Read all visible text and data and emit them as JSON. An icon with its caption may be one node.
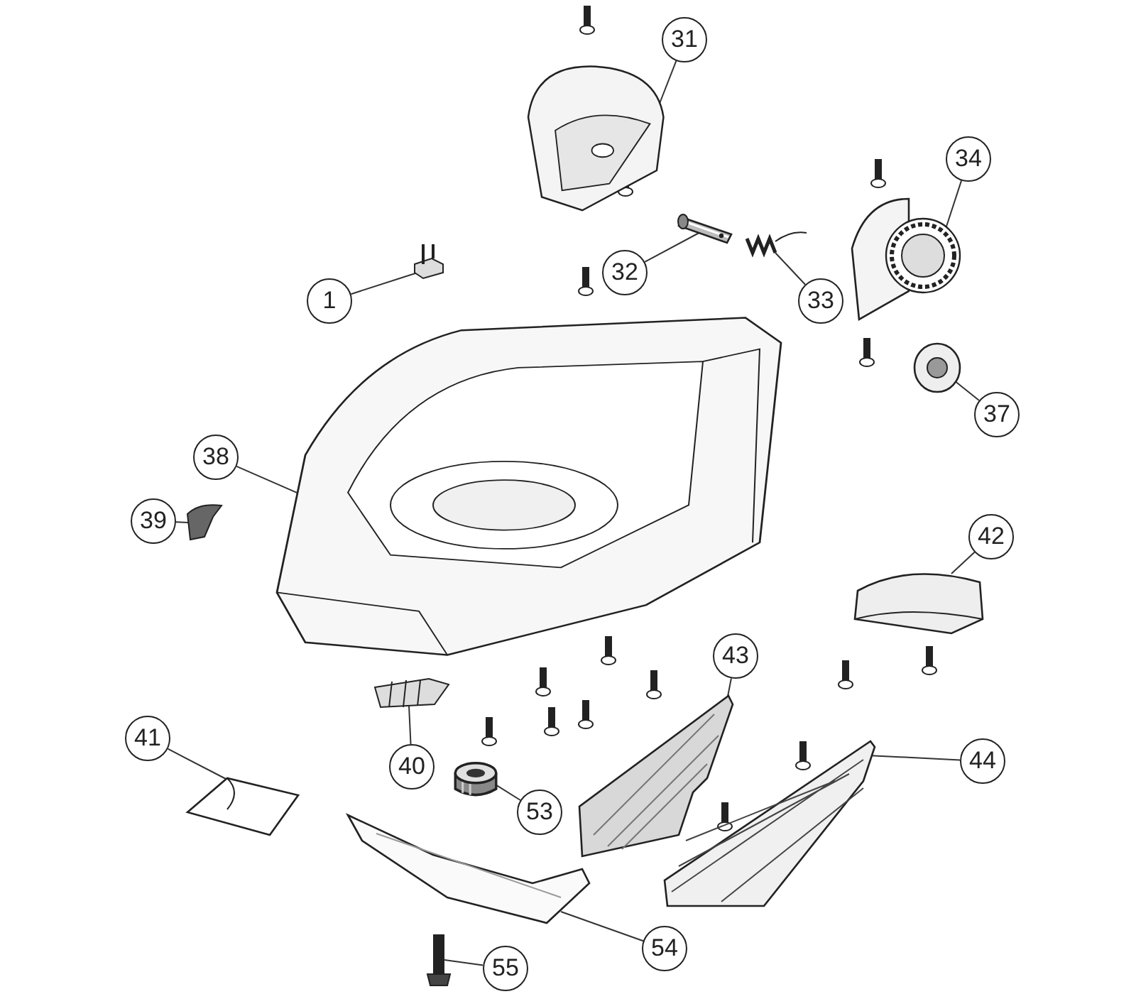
{
  "diagram": {
    "nodes": [
      {
        "text": [
          "31"
        ]
      },
      {
        "text": [
          "34"
        ]
      },
      {
        "text": [
          "1"
        ]
      },
      {
        "text": [
          "32"
        ]
      },
      {
        "text": [
          "33"
        ]
      },
      {
        "text": [
          "37"
        ]
      },
      {
        "text": [
          "38"
        ]
      },
      {
        "text": [
          "39"
        ]
      },
      {
        "text": [
          "42"
        ]
      },
      {
        "text": [
          "43"
        ]
      },
      {
        "text": [
          "44"
        ]
      },
      {
        "text": [
          "41"
        ]
      },
      {
        "text": [
          "40"
        ]
      },
      {
        "text": [
          "53"
        ]
      },
      {
        "text": [
          "54"
        ]
      },
      {
        "text": [
          "55"
        ]
      },
      {
        "text": [],
        "shape": "picture"
      },
      {
        "text": [],
        "shape": "picture"
      },
      {
        "text": [],
        "shape": "picture"
      },
      {
        "text": [],
        "shape": "picture"
      },
      {
        "text": [],
        "shape": "picture"
      },
      {
        "text": [],
        "shape": "picture"
      },
      {
        "text": [],
        "shape": "picture"
      },
      {
        "text": [],
        "shape": "picture"
      },
      {
        "text": [],
        "shape": "picture"
      },
      {
        "text": [],
        "shape": "picture"
      },
      {
        "text": [],
        "shape": "picture"
      },
      {
        "text": [],
        "shape": "picture"
      },
      {
        "text": [],
        "shape": "picture"
      },
      {
        "text": [],
        "shape": "picture"
      },
      {
        "text": [],
        "shape": "picture"
      },
      {
        "text": [],
        "shape": "picture"
      }
    ],
    "edges": [
      {
        "from": 0,
        "to": 16,
        "arrow": "none"
      },
      {
        "from": 1,
        "to": 17,
        "arrow": "none"
      },
      {
        "from": 2,
        "to": 18,
        "arrow": "none"
      },
      {
        "from": 3,
        "to": 19,
        "arrow": "none"
      },
      {
        "from": 4,
        "to": 20,
        "arrow": "none"
      },
      {
        "from": 5,
        "to": 21,
        "arrow": "none"
      },
      {
        "from": 6,
        "to": 22,
        "arrow": "none"
      },
      {
        "from": 7,
        "to": 23,
        "arrow": "none"
      },
      {
        "from": 8,
        "to": 24,
        "arrow": "none"
      },
      {
        "from": 9,
        "to": 25,
        "arrow": "none"
      },
      {
        "from": 10,
        "to": 26,
        "arrow": "none"
      },
      {
        "from": 11,
        "to": 27,
        "arrow": "none"
      },
      {
        "from": 12,
        "to": 28,
        "arrow": "none"
      },
      {
        "from": 13,
        "to": 29,
        "arrow": "none"
      },
      {
        "from": 14,
        "to": 30,
        "arrow": "none"
      },
      {
        "from": 15,
        "to": 31,
        "arrow": "none"
      }
    ]
  }
}
